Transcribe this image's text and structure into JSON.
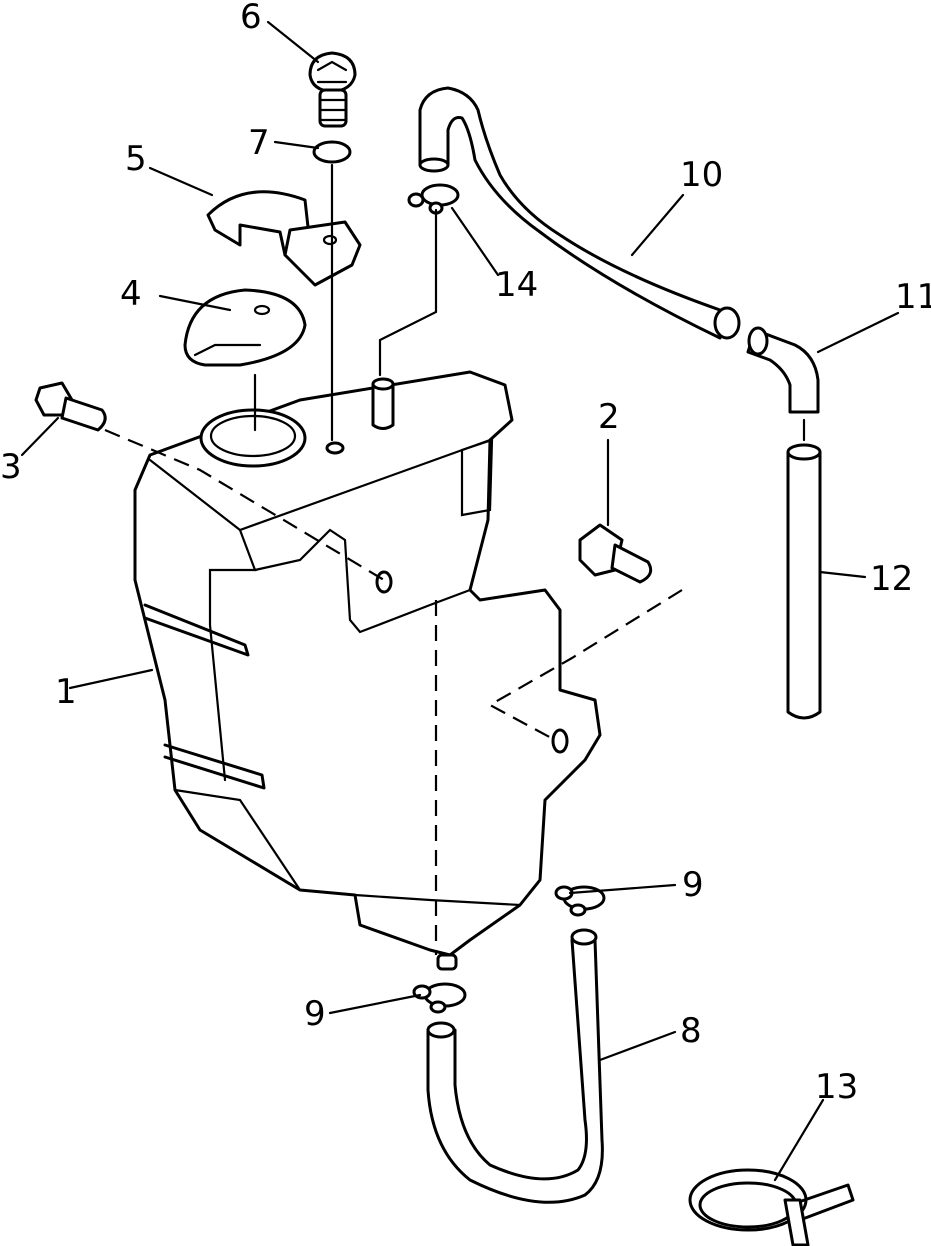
{
  "callouts": [
    {
      "id": "1",
      "text": "1"
    },
    {
      "id": "2",
      "text": "2"
    },
    {
      "id": "3",
      "text": "3"
    },
    {
      "id": "4",
      "text": "4"
    },
    {
      "id": "5",
      "text": "5"
    },
    {
      "id": "6",
      "text": "6"
    },
    {
      "id": "7",
      "text": "7"
    },
    {
      "id": "8",
      "text": "8"
    },
    {
      "id": "9a",
      "text": "9"
    },
    {
      "id": "9b",
      "text": "9"
    },
    {
      "id": "10",
      "text": "10"
    },
    {
      "id": "11",
      "text": "11"
    },
    {
      "id": "12",
      "text": "12"
    },
    {
      "id": "13",
      "text": "13"
    },
    {
      "id": "14",
      "text": "14"
    }
  ]
}
